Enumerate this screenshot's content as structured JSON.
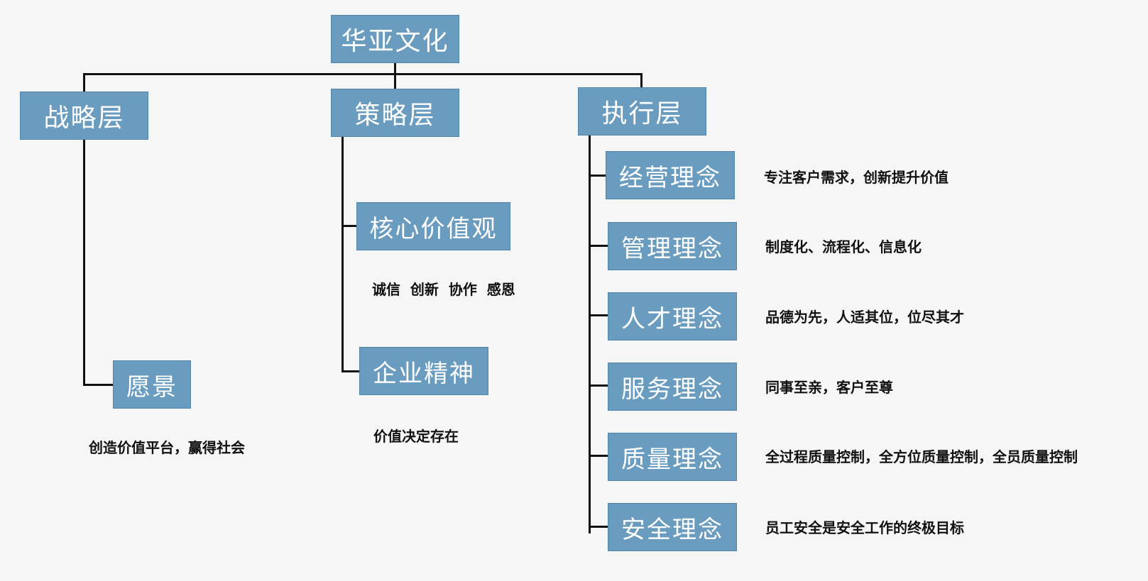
{
  "root": {
    "label": "华亚文化"
  },
  "strategy": {
    "label": "战略层",
    "vision": {
      "label": "愿景",
      "desc": "创造价值平台，赢得社会"
    }
  },
  "tactic": {
    "label": "策略层",
    "core_values": {
      "label": "核心价值观",
      "desc": "诚信  创新  协作  感恩"
    },
    "spirit": {
      "label": "企业精神",
      "desc": "价值决定存在"
    }
  },
  "execution": {
    "label": "执行层",
    "items": [
      {
        "label": "经营理念",
        "desc": "专注客户需求，创新提升价值"
      },
      {
        "label": "管理理念",
        "desc": "制度化、流程化、信息化"
      },
      {
        "label": "人才理念",
        "desc": "品德为先，人适其位，位尽其才"
      },
      {
        "label": "服务理念",
        "desc": "同事至亲，客户至尊"
      },
      {
        "label": "质量理念",
        "desc": "全过程质量控制，全方位质量控制，全员质量控制"
      },
      {
        "label": "安全理念",
        "desc": "员工安全是安全工作的终极目标"
      }
    ]
  }
}
